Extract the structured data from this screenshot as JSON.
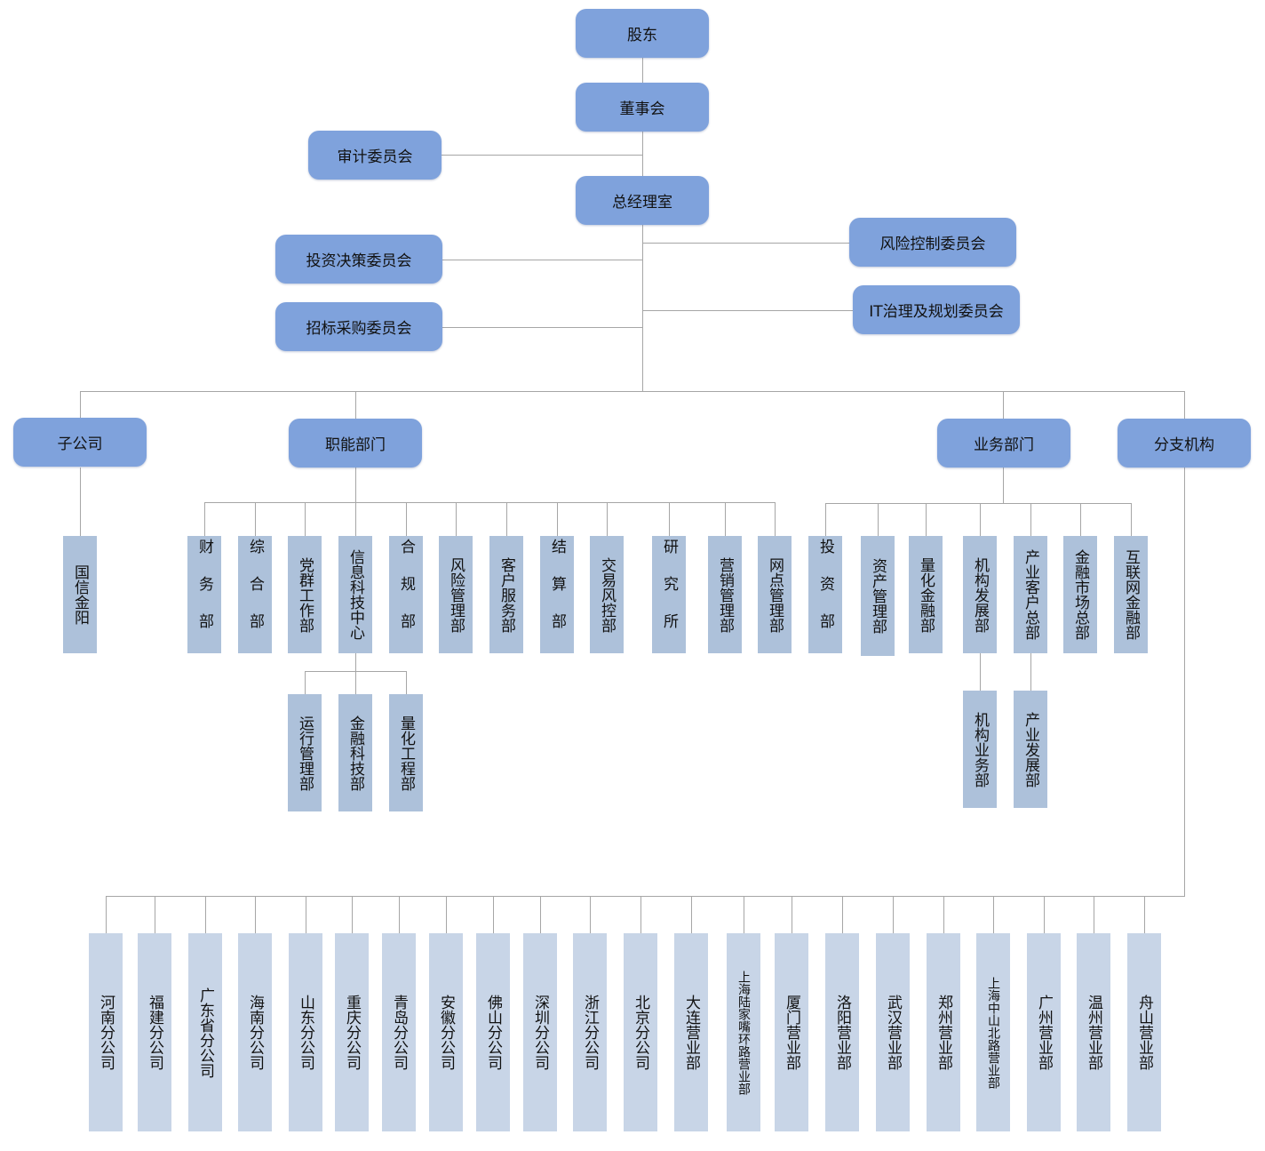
{
  "top": {
    "shareholders": "股东",
    "board": "董事会",
    "audit_committee": "审计委员会",
    "gm_office": "总经理室",
    "risk_control_committee": "风险控制委员会",
    "investment_committee": "投资决策委员会",
    "it_committee": "IT治理及规划委员会",
    "procurement_committee": "招标采购委员会"
  },
  "categories": {
    "subsidiaries": "子公司",
    "functional": "职能部门",
    "business": "业务部门",
    "branches": "分支机构"
  },
  "subsidiaries": [
    "国信金阳"
  ],
  "functional_departments": [
    "财务部",
    "综合部",
    "党群工作部",
    "信息科技中心",
    "合规部",
    "风险管理部",
    "客户服务部",
    "结算部",
    "交易风控部",
    "研究所",
    "营销管理部",
    "网点管理部"
  ],
  "it_center_subunits": [
    "运行管理部",
    "金融科技部",
    "量化工程部"
  ],
  "business_departments": [
    "投资部",
    "资产管理部",
    "量化金融部",
    "机构发展部",
    "产业客户总部",
    "金融市场总部",
    "互联网金融部"
  ],
  "institutional_subunits": [
    "机构业务部"
  ],
  "industrial_subunits": [
    "产业发展部"
  ],
  "branches": [
    "河南分公司",
    "福建分公司",
    "广东省分公司",
    "海南分公司",
    "山东分公司",
    "重庆分公司",
    "青岛分公司",
    "安徽分公司",
    "佛山分公司",
    "深圳分公司",
    "浙江分公司",
    "北京分公司",
    "大连营业部",
    "上海陆家嘴环路营业部",
    "厦门营业部",
    "洛阳营业部",
    "武汉营业部",
    "郑州营业部",
    "上海中山北路营业部",
    "广州营业部",
    "温州营业部",
    "舟山营业部"
  ],
  "colors": {
    "top_box": "#7fa2dc",
    "dept_box": "#adc1da",
    "branch_box": "#c8d5e7",
    "line": "#a6a6a6"
  }
}
